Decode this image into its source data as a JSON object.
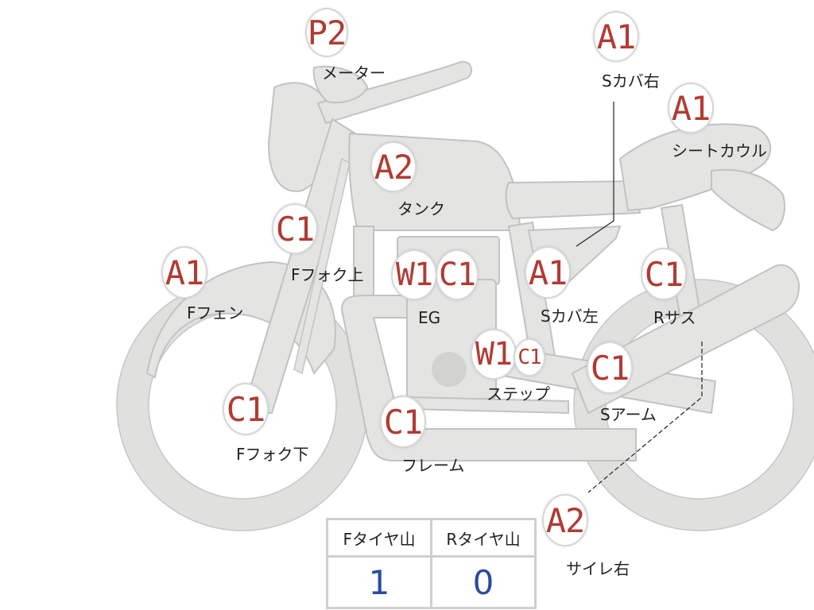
{
  "parts": [
    {
      "id": "meter",
      "grade": "P2",
      "label": "メーター"
    },
    {
      "id": "s-cover-right",
      "grade": "A1",
      "label": "Sカバ右"
    },
    {
      "id": "seat-cowl",
      "grade": "A1",
      "label": "シートカウル"
    },
    {
      "id": "tank",
      "grade": "A2",
      "label": "タンク"
    },
    {
      "id": "f-fork-upper",
      "grade": "C1",
      "label": "Fフォク上"
    },
    {
      "id": "f-fender",
      "grade": "A1",
      "label": "Fフェン"
    },
    {
      "id": "engine",
      "grade": "W1",
      "grade2": "C1",
      "label": "EG"
    },
    {
      "id": "s-cover-left",
      "grade": "A1",
      "label": "Sカバ左"
    },
    {
      "id": "r-suspension",
      "grade": "C1",
      "label": "Rサス"
    },
    {
      "id": "step",
      "grade": "W1",
      "grade2": "C1",
      "label": "ステップ"
    },
    {
      "id": "swing-arm",
      "grade": "C1",
      "label": "Sアーム"
    },
    {
      "id": "f-fork-lower",
      "grade": "C1",
      "label": "Fフォク下"
    },
    {
      "id": "frame",
      "grade": "C1",
      "label": "フレーム"
    },
    {
      "id": "muffler-right",
      "grade": "A2",
      "label": "サイレ右"
    }
  ],
  "tire_table": {
    "headers": [
      "Fタイヤ山",
      "Rタイヤ山"
    ],
    "values": [
      "1",
      "0"
    ]
  },
  "colors": {
    "grade_text": "#b23a32",
    "tread_value": "#2a4aa0",
    "bike_fill": "#e4e4e2"
  }
}
